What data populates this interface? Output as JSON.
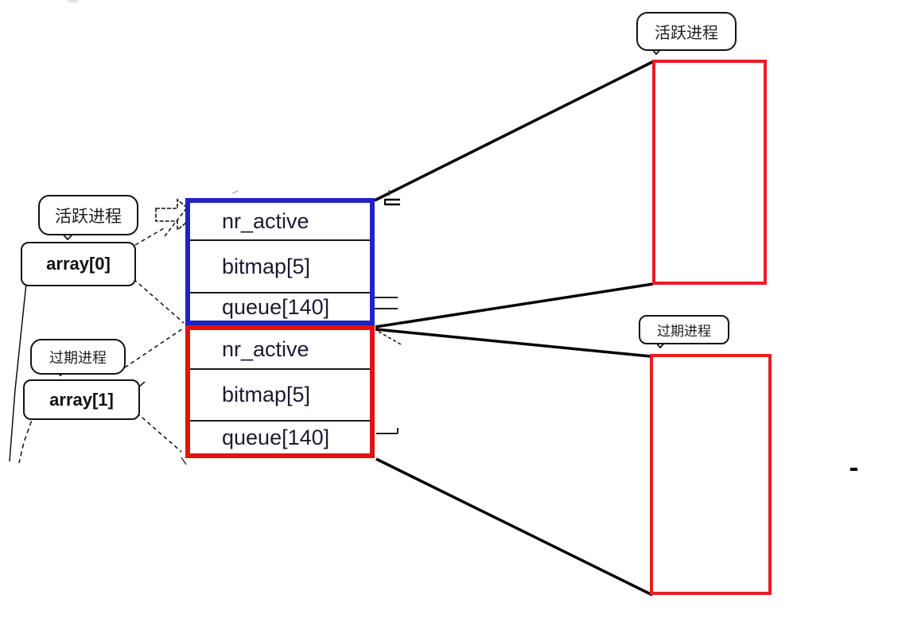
{
  "left_callouts": {
    "active_label": "活跃进程",
    "active_array": "array[0]",
    "expired_label": "过期进程",
    "expired_array": "array[1]"
  },
  "active_priority_array": {
    "border_color": "#2222c4",
    "fields": [
      "nr_active",
      "bitmap[5]",
      "queue[140]"
    ]
  },
  "expired_priority_array": {
    "border_color": "#e01212",
    "fields": [
      "nr_active",
      "bitmap[5]",
      "queue[140]"
    ]
  },
  "right_callouts": {
    "active_label": "活跃进程",
    "expired_label": "过期进程"
  },
  "colors": {
    "active_box_border": "#2222c4",
    "expired_box_border": "#e01212",
    "queue_rect_border": "#ea1c24",
    "connector_line": "#000000",
    "text": "#1c1c30"
  }
}
